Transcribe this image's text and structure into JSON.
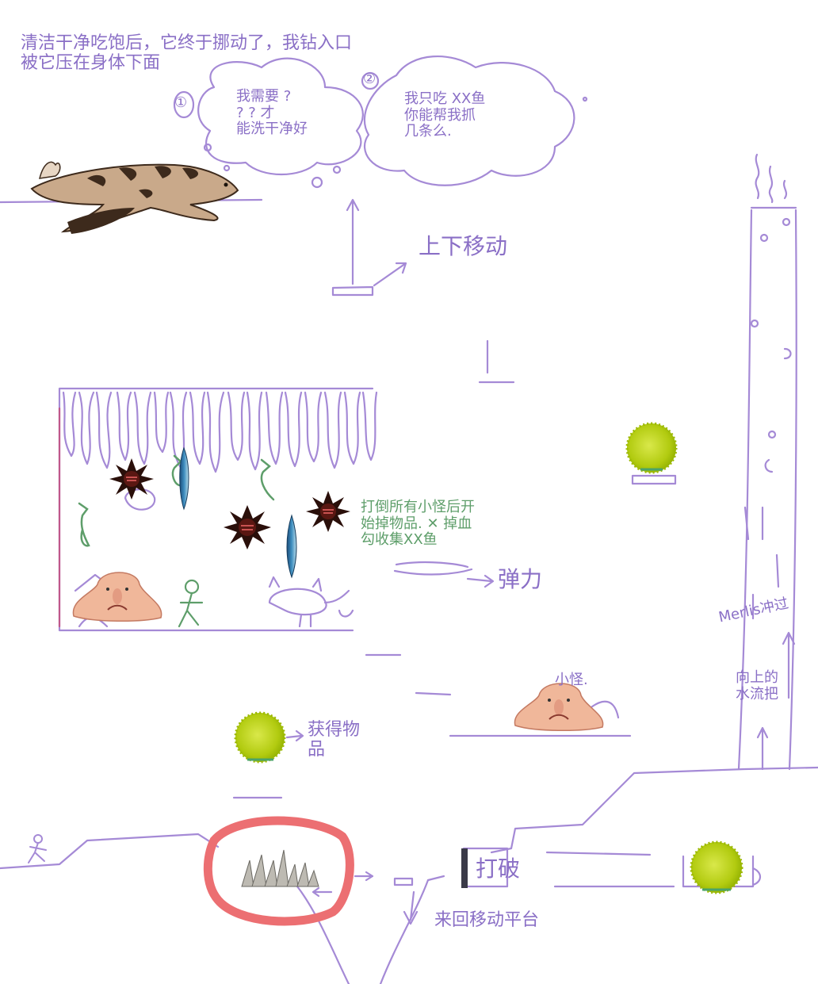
{
  "notes": {
    "top_left": "清洁干净吃饱后，它终于挪动了，我钻入口\n被它压在身体下面",
    "bubble1_marker": "①",
    "bubble1": "我需要 ?\n? ? 才\n能洗干净好",
    "bubble2_marker": "②",
    "bubble2": "我只吃 XX鱼\n你能帮我抓\n几条么.",
    "updown": "上下移动",
    "monsters": "打倒所有小怪后开\n始掉物品. ✕ 掉血\n勾收集XX鱼",
    "elastic": "弹力",
    "merlis": "Merlis冲过",
    "upward_stream": "向上的\n水流把",
    "small_monster": "小怪.",
    "obtain_item": "获得物\n品",
    "break": "打破",
    "moving_platform": "来回移动平台"
  },
  "colors": {
    "sketch": "#a58ad6",
    "green_text": "#5e9e6a",
    "highlight": "#ec6f72",
    "seal_body": "#c9a98a",
    "seal_spots": "#3d2a1c",
    "algae": "#b9d11a",
    "urchin": "#2a0f0a",
    "fish": "#2c6e9e",
    "blobfish": "#f0b79a"
  },
  "icons": [
    "seal-icon",
    "sea-urchin-icon",
    "sardine-icon",
    "blobfish-icon",
    "algae-ball-icon",
    "spike-trap-icon",
    "stick-figure-icon"
  ]
}
